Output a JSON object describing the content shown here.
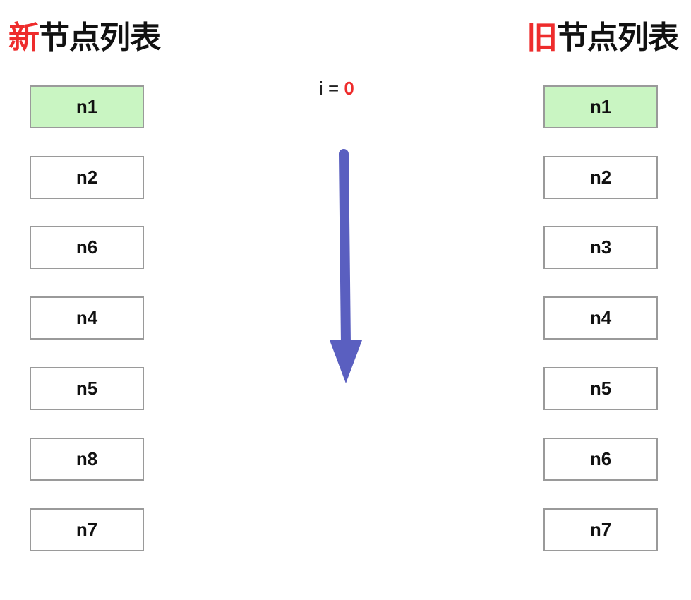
{
  "new_list": {
    "title_accent": "新",
    "title_rest": "节点列表",
    "nodes": [
      {
        "label": "n1",
        "highlight": true
      },
      {
        "label": "n2",
        "highlight": false
      },
      {
        "label": "n6",
        "highlight": false
      },
      {
        "label": "n4",
        "highlight": false
      },
      {
        "label": "n5",
        "highlight": false
      },
      {
        "label": "n8",
        "highlight": false
      },
      {
        "label": "n7",
        "highlight": false
      }
    ]
  },
  "old_list": {
    "title_accent": "旧",
    "title_rest": "节点列表",
    "nodes": [
      {
        "label": "n1",
        "highlight": true
      },
      {
        "label": "n2",
        "highlight": false
      },
      {
        "label": "n3",
        "highlight": false
      },
      {
        "label": "n4",
        "highlight": false
      },
      {
        "label": "n5",
        "highlight": false
      },
      {
        "label": "n6",
        "highlight": false
      },
      {
        "label": "n7",
        "highlight": false
      }
    ]
  },
  "index_label": {
    "prefix": "i = ",
    "value": "0"
  },
  "colors": {
    "accent": "#ee2c2c",
    "highlight_fill": "#c9f5c2",
    "arrow": "#5a5fc0",
    "node_border": "#9a9a9a"
  }
}
